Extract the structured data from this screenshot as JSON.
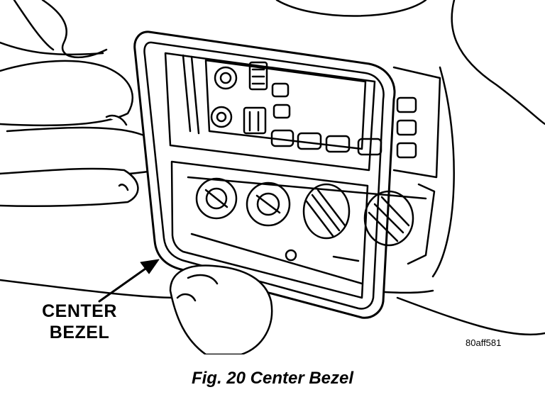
{
  "callout": {
    "line1": "CENTER",
    "line2": "BEZEL"
  },
  "reference_code": "80aff581",
  "caption": "Fig. 20 Center Bezel",
  "colors": {
    "ink": "#000000",
    "paper": "#ffffff"
  }
}
